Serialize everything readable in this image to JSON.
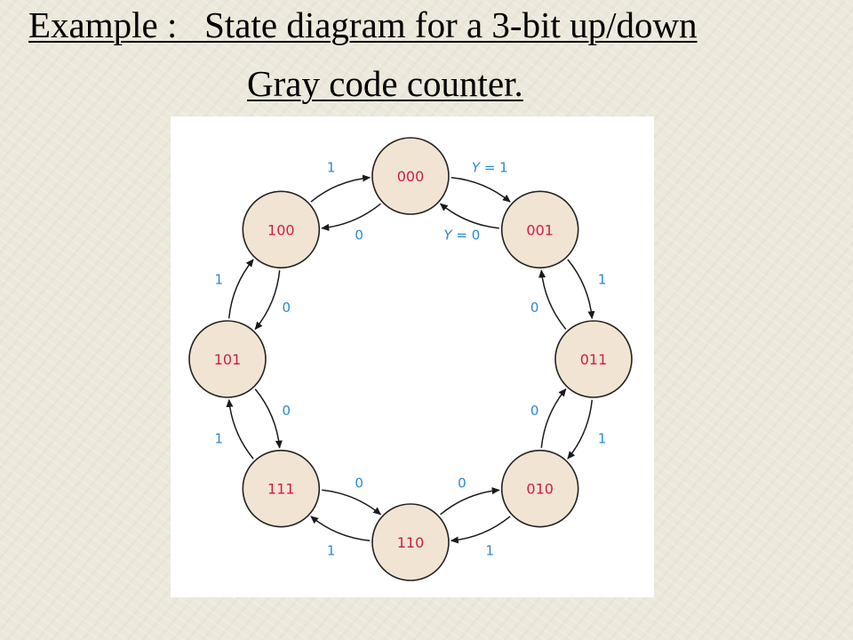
{
  "title": {
    "line1": "Example :   State diagram for a 3-bit up/down",
    "line2": "Gray code counter."
  },
  "colors": {
    "background": "#ece9dc",
    "panel": "#ffffff",
    "state_fill": "#f1e4d2",
    "state_text": "#d21b4d",
    "transition_text": "#2a8ad6",
    "arrow": "#1a1a1a"
  },
  "diagram": {
    "states": [
      {
        "id": "s000",
        "label": "000"
      },
      {
        "id": "s001",
        "label": "001"
      },
      {
        "id": "s011",
        "label": "011"
      },
      {
        "id": "s010",
        "label": "010"
      },
      {
        "id": "s110",
        "label": "110"
      },
      {
        "id": "s111",
        "label": "111"
      },
      {
        "id": "s101",
        "label": "101"
      },
      {
        "id": "s100",
        "label": "100"
      }
    ],
    "transitions": [
      {
        "from": "000",
        "to": "001",
        "label": "Y = 1"
      },
      {
        "from": "001",
        "to": "000",
        "label": "Y = 0"
      },
      {
        "from": "001",
        "to": "011",
        "label": "1"
      },
      {
        "from": "011",
        "to": "001",
        "label": "0"
      },
      {
        "from": "011",
        "to": "010",
        "label": "1"
      },
      {
        "from": "010",
        "to": "011",
        "label": "0"
      },
      {
        "from": "010",
        "to": "110",
        "label": "1"
      },
      {
        "from": "110",
        "to": "010",
        "label": "0"
      },
      {
        "from": "110",
        "to": "111",
        "label": "1"
      },
      {
        "from": "111",
        "to": "110",
        "label": "0"
      },
      {
        "from": "111",
        "to": "101",
        "label": "1"
      },
      {
        "from": "101",
        "to": "111",
        "label": "0"
      },
      {
        "from": "101",
        "to": "100",
        "label": "1"
      },
      {
        "from": "100",
        "to": "101",
        "label": "0"
      },
      {
        "from": "100",
        "to": "000",
        "label": "1"
      },
      {
        "from": "000",
        "to": "100",
        "label": "0"
      }
    ]
  }
}
